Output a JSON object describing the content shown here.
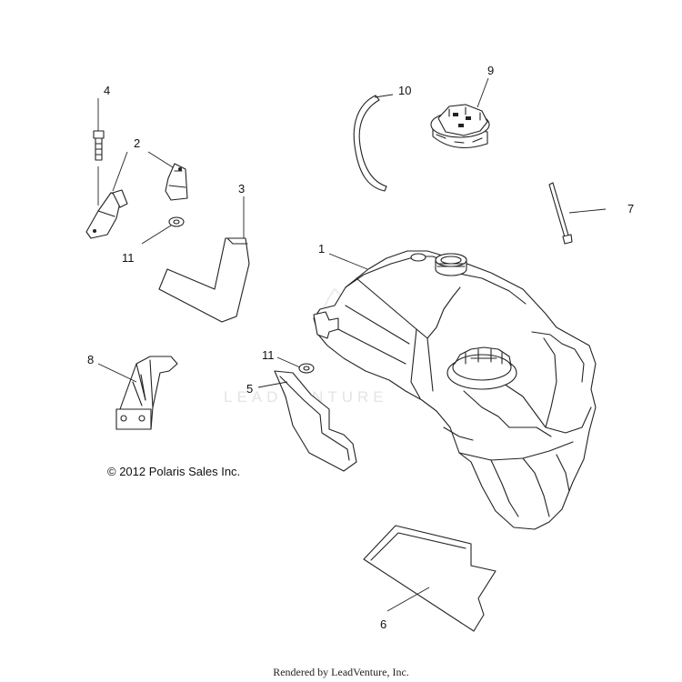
{
  "diagram": {
    "callouts": [
      {
        "id": "1",
        "label": "1"
      },
      {
        "id": "2",
        "label": "2"
      },
      {
        "id": "3",
        "label": "3"
      },
      {
        "id": "4",
        "label": "4"
      },
      {
        "id": "5",
        "label": "5"
      },
      {
        "id": "6",
        "label": "6"
      },
      {
        "id": "7",
        "label": "7"
      },
      {
        "id": "8",
        "label": "8"
      },
      {
        "id": "9",
        "label": "9"
      },
      {
        "id": "10",
        "label": "10"
      },
      {
        "id": "11a",
        "label": "11"
      },
      {
        "id": "11b",
        "label": "11"
      }
    ],
    "copyright": "© 2012 Polaris Sales Inc.",
    "watermark": "LEADVENTURE"
  },
  "footer": {
    "text": "Rendered by LeadVenture, Inc."
  }
}
